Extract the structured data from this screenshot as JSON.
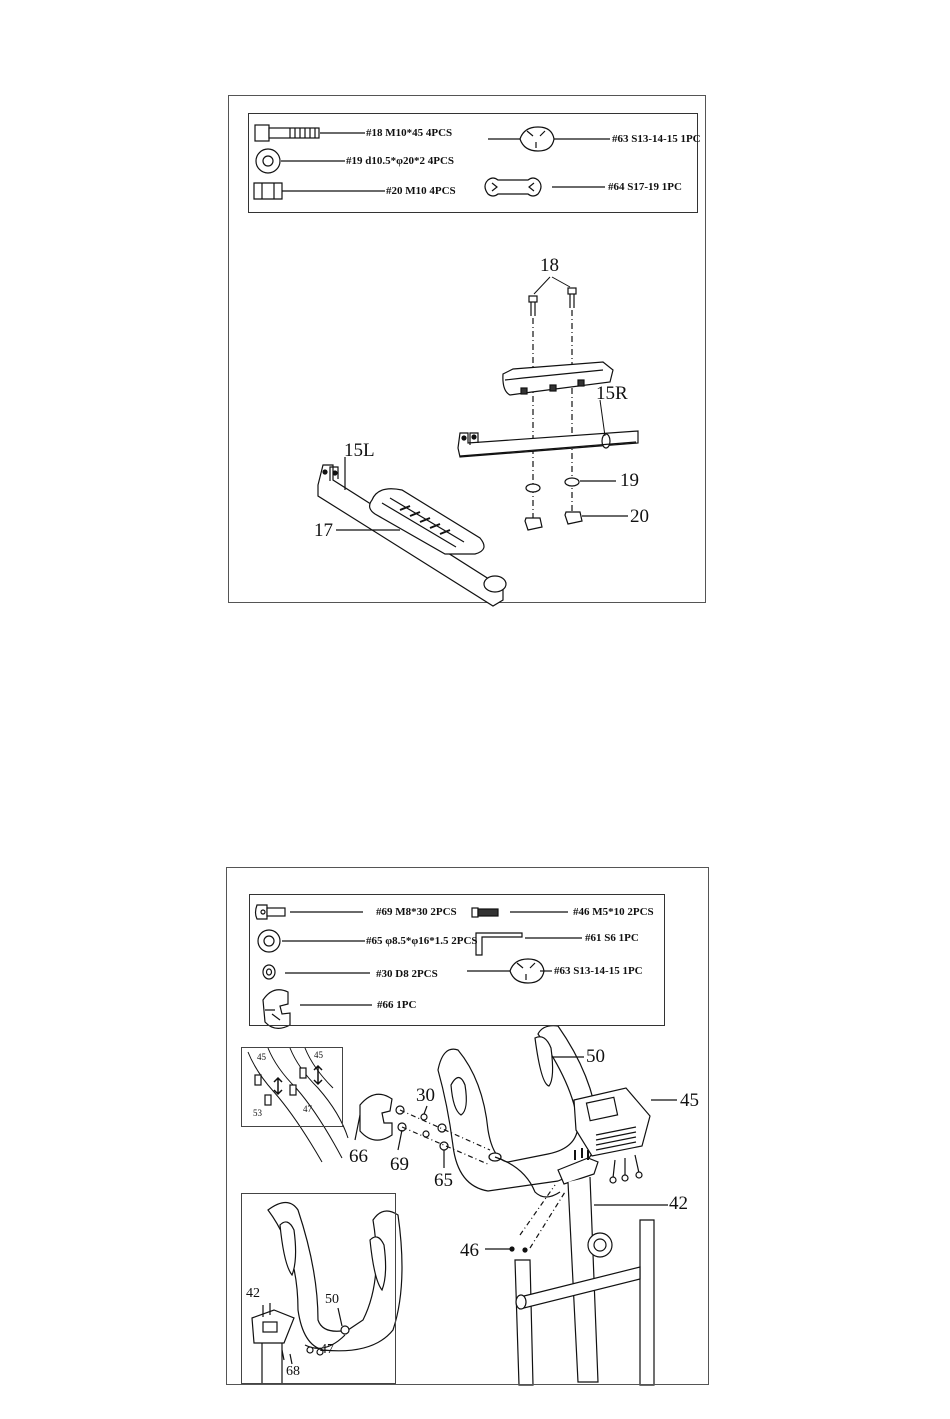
{
  "step1": {
    "parts": [
      {
        "id": "p18",
        "label": "#18 M10*45 4PCS",
        "icon": "bolt-icon"
      },
      {
        "id": "p19",
        "label": "#19 d10.5*φ20*2 4PCS",
        "icon": "washer-icon"
      },
      {
        "id": "p20",
        "label": "#20 M10 4PCS",
        "icon": "nut-icon"
      },
      {
        "id": "p63",
        "label": "#63 S13-14-15 1PC",
        "icon": "wrench-icon"
      },
      {
        "id": "p64",
        "label": "#64 S17-19 1PC",
        "icon": "spanner-icon"
      }
    ],
    "callouts": {
      "c18": "18",
      "c15r": "15R",
      "c15l": "15L",
      "c19": "19",
      "c17": "17",
      "c20": "20"
    }
  },
  "step2": {
    "parts": [
      {
        "id": "p69",
        "label": "#69 M8*30 2PCS",
        "icon": "bolt-icon"
      },
      {
        "id": "p46",
        "label": "#46 M5*10 2PCS",
        "icon": "screw-icon"
      },
      {
        "id": "p65",
        "label": "#65 φ8.5*φ16*1.5 2PCS",
        "icon": "washer-icon"
      },
      {
        "id": "p61",
        "label": "#61 S6  1PC",
        "icon": "allen-key-icon"
      },
      {
        "id": "p30",
        "label": "#30 D8 2PCS",
        "icon": "spring-washer-icon"
      },
      {
        "id": "p63b",
        "label": "#63 S13-14-15 1PC",
        "icon": "wrench-icon"
      },
      {
        "id": "p66",
        "label": "#66 1PC",
        "icon": "cover-icon"
      }
    ],
    "callouts": {
      "c50": "50",
      "c45": "45",
      "c30": "30",
      "c66": "66",
      "c69": "69",
      "c65": "65",
      "c42": "42",
      "c46": "46"
    },
    "inset_top": {
      "c45a": "45",
      "c45b": "45",
      "c53": "53",
      "c47": "47"
    },
    "inset_bottom": {
      "c42": "42",
      "c50": "50",
      "c47": "47",
      "c68": "68"
    }
  }
}
